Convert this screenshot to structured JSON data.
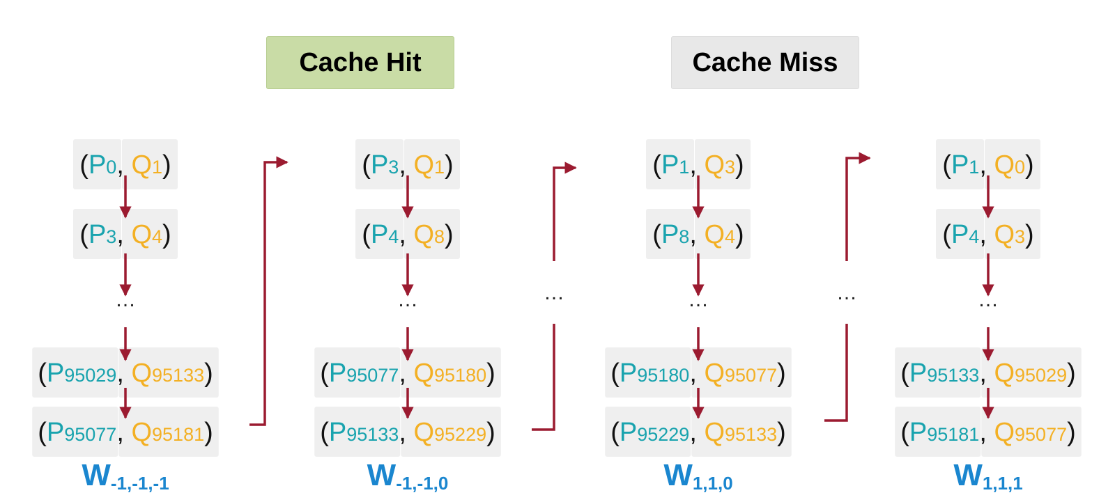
{
  "banners": {
    "hit": "Cache Hit",
    "miss": "Cache Miss"
  },
  "ellipsis": "…",
  "colors": {
    "p": "#19a3ae",
    "q": "#f3b024",
    "arrow": "#9b1b30",
    "label": "#1a86cf",
    "box": "#efefef"
  },
  "columns": [
    {
      "label_main": "W",
      "label_sub": "-1,-1,-1",
      "pairs": [
        {
          "p": "0",
          "q": "1"
        },
        {
          "p": "3",
          "q": "4"
        },
        {
          "p": "95029",
          "q": "95133"
        },
        {
          "p": "95077",
          "q": "95181"
        }
      ]
    },
    {
      "label_main": "W",
      "label_sub": "-1,-1,0",
      "pairs": [
        {
          "p": "3",
          "q": "1"
        },
        {
          "p": "4",
          "q": "8"
        },
        {
          "p": "95077",
          "q": "95180"
        },
        {
          "p": "95133",
          "q": "95229"
        }
      ]
    },
    {
      "label_main": "W",
      "label_sub": "1,1,0",
      "pairs": [
        {
          "p": "1",
          "q": "3"
        },
        {
          "p": "8",
          "q": "4"
        },
        {
          "p": "95180",
          "q": "95077"
        },
        {
          "p": "95229",
          "q": "95133"
        }
      ]
    },
    {
      "label_main": "W",
      "label_sub": "1,1,1",
      "pairs": [
        {
          "p": "1",
          "q": "0"
        },
        {
          "p": "4",
          "q": "3"
        },
        {
          "p": "95133",
          "q": "95029"
        },
        {
          "p": "95181",
          "q": "95077"
        }
      ]
    }
  ]
}
